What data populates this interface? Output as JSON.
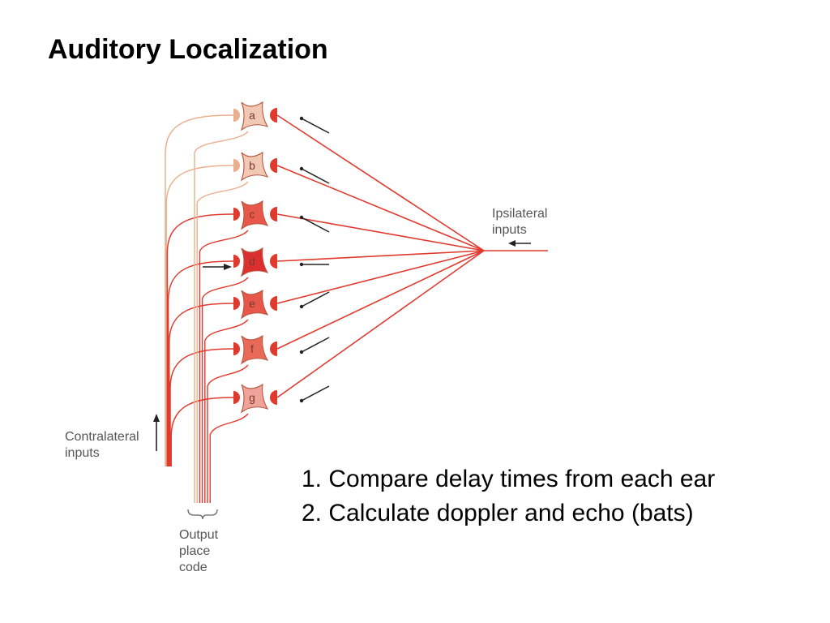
{
  "title": "Auditory Localization",
  "bullets": [
    "1. Compare delay times from each ear",
    "2. Calculate doppler and echo (bats)"
  ],
  "diagram": {
    "neurons": [
      {
        "label": "a",
        "color": "#f0c8b4"
      },
      {
        "label": "b",
        "color": "#f0c8b4"
      },
      {
        "label": "c",
        "color": "#e8584a"
      },
      {
        "label": "d",
        "color": "#dc3030"
      },
      {
        "label": "e",
        "color": "#e8584a"
      },
      {
        "label": "f",
        "color": "#ea6a5a"
      },
      {
        "label": "g",
        "color": "#f0a39a"
      }
    ],
    "ipsilateral_label": [
      "Ipsilateral",
      "inputs"
    ],
    "contralateral_label": [
      "Contralateral",
      "inputs"
    ],
    "output_label": [
      "Output",
      "place",
      "code"
    ],
    "colors": {
      "axon": "#e03a2e",
      "axon_light": "#e9b08e",
      "arrow": "#222222"
    }
  }
}
